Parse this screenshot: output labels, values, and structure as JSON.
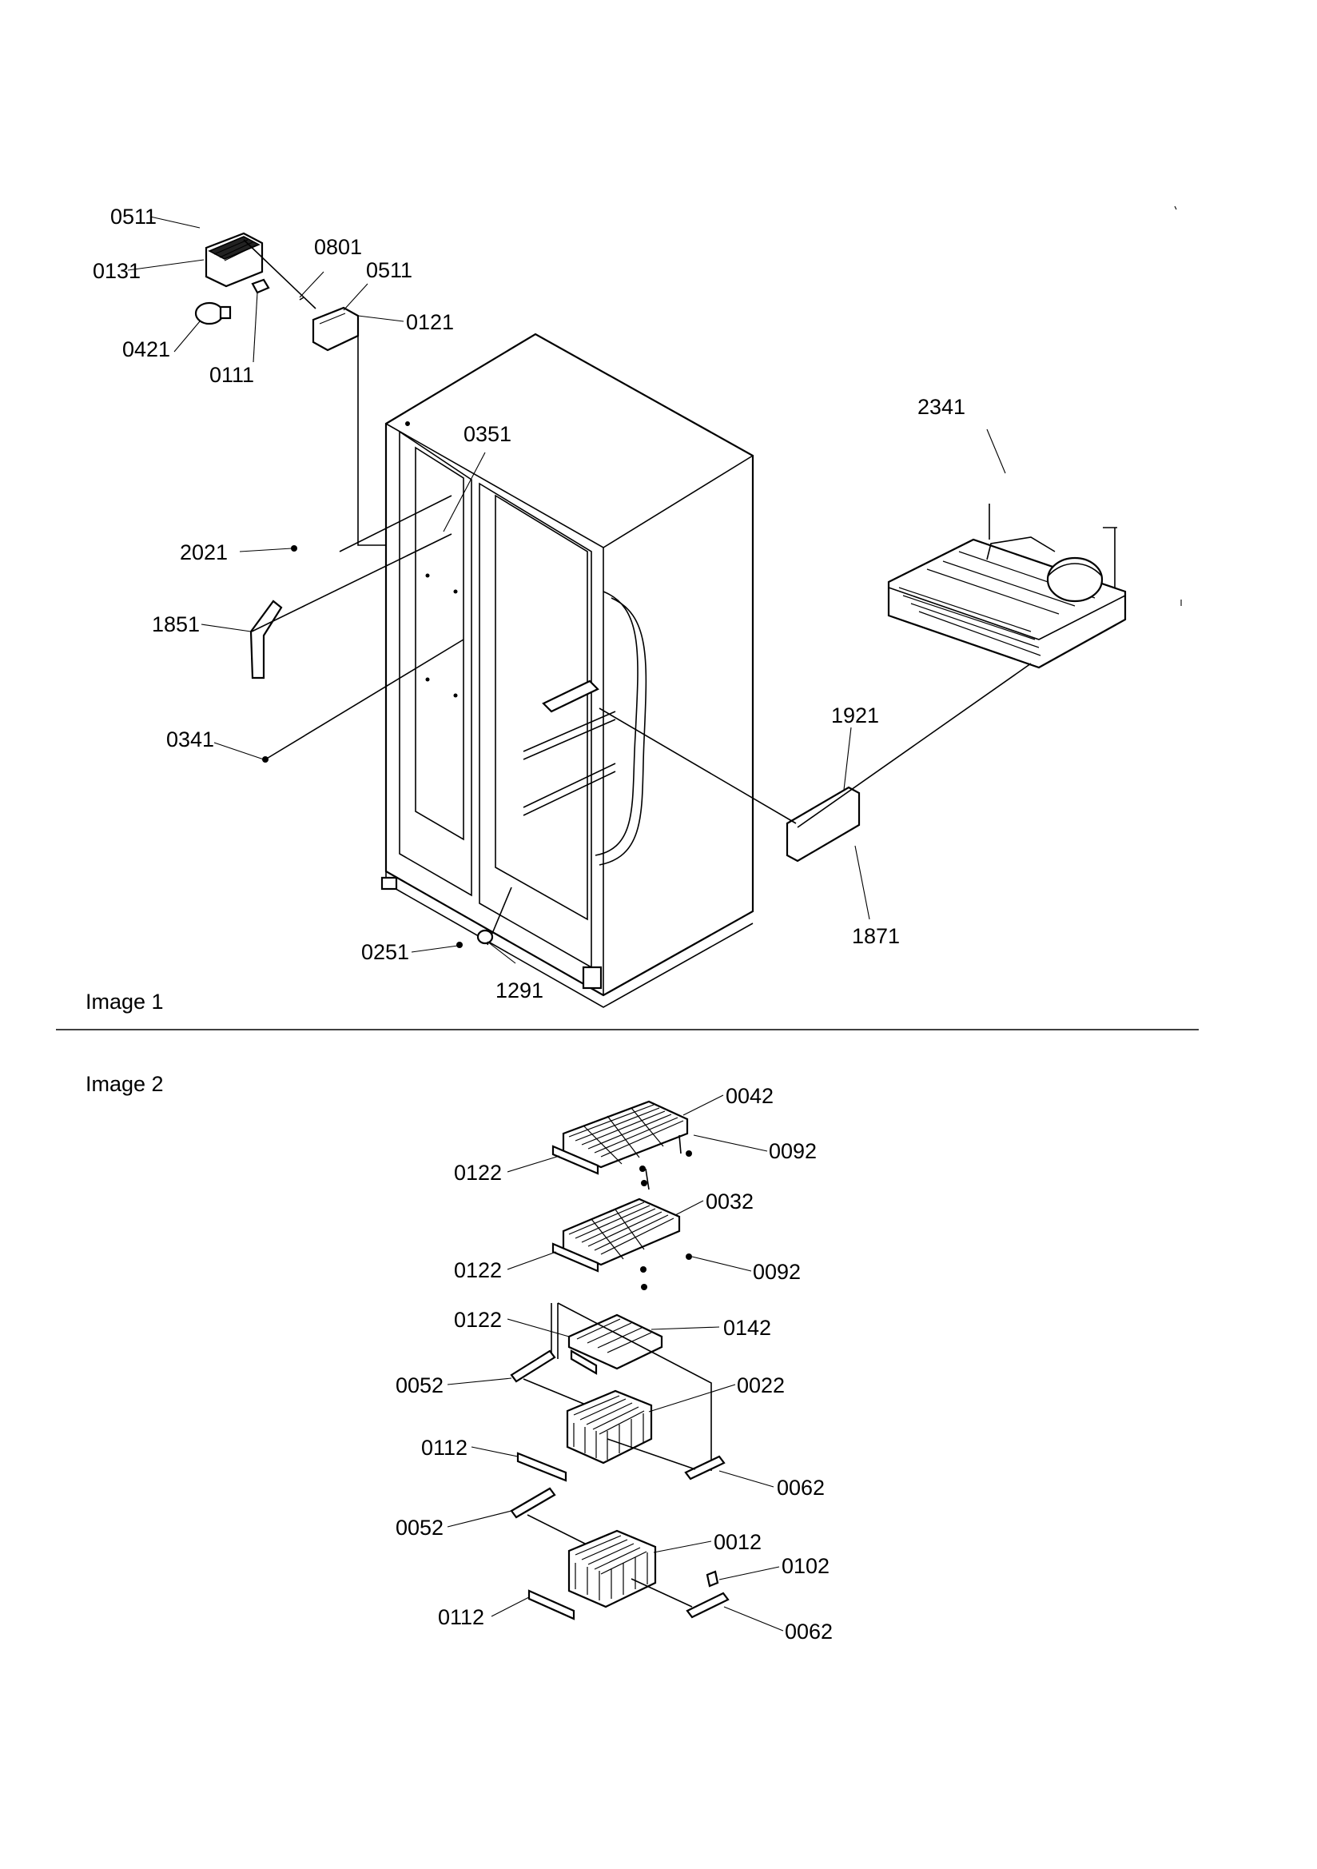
{
  "image1": {
    "caption": "Image 1",
    "labels": {
      "l0511a": "0511",
      "l0131": "0131",
      "l0801": "0801",
      "l0511b": "0511",
      "l0121": "0121",
      "l0421": "0421",
      "l0111": "0111",
      "l0351": "0351",
      "l2021": "2021",
      "l1851": "1851",
      "l0341": "0341",
      "l2341": "2341",
      "l1921": "1921",
      "l1871": "1871",
      "l0251": "0251",
      "l1291": "1291"
    }
  },
  "image2": {
    "caption": "Image 2",
    "labels": {
      "l0042": "0042",
      "l0092a": "0092",
      "l0122a": "0122",
      "l0032": "0032",
      "l0122b": "0122",
      "l0092b": "0092",
      "l0122c": "0122",
      "l0142": "0142",
      "l0052a": "0052",
      "l0022": "0022",
      "l0112a": "0112",
      "l0062a": "0062",
      "l0052b": "0052",
      "l0012": "0012",
      "l0102": "0102",
      "l0112b": "0112",
      "l0062b": "0062"
    }
  }
}
